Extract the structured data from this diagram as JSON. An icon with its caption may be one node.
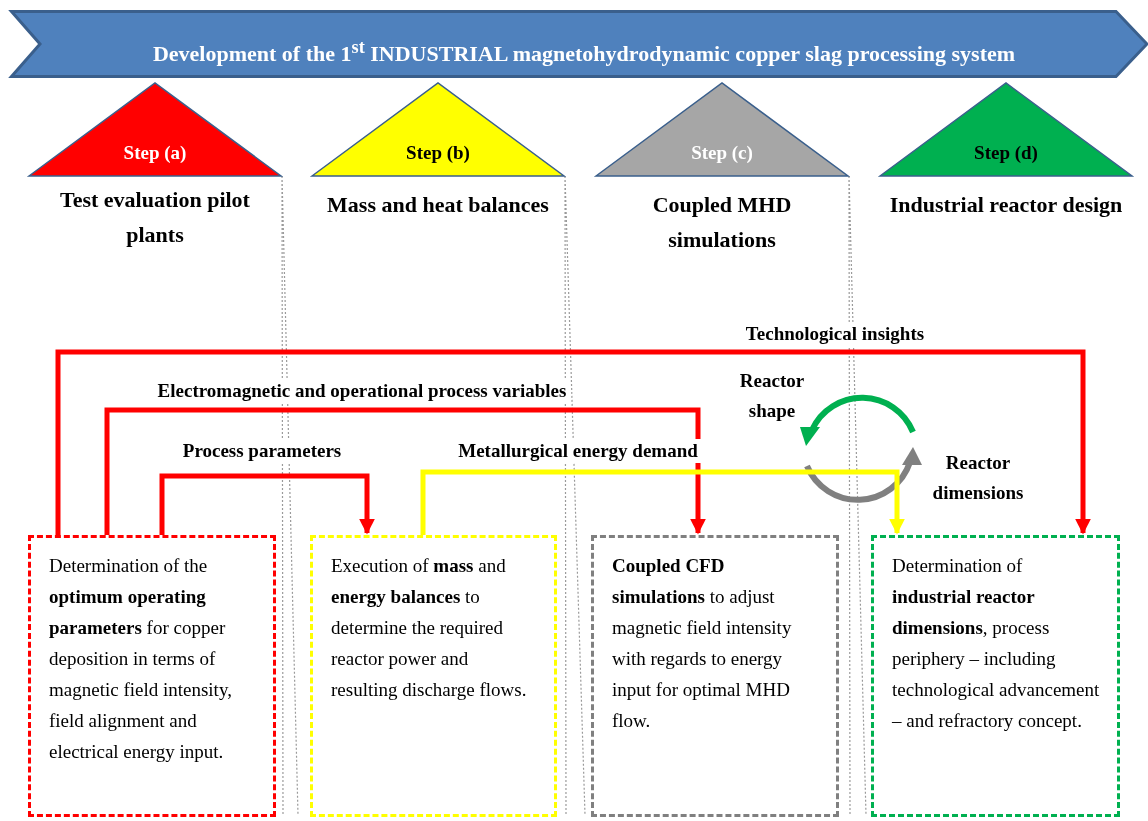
{
  "diagram": {
    "nodes": [
      {
        "text": [
          "Development of the 1$^{st}$ INDUSTRIAL magnetohydrodynamic copper slag processing system"
        ]
      },
      {
        "text": [
          "Step (a)",
          "Test evaluation pilot plants"
        ]
      },
      {
        "text": [
          "Step (b)",
          "Mass and heat balances"
        ]
      },
      {
        "text": [
          "Step (c)",
          "Coupled MHD simulations"
        ]
      },
      {
        "text": [
          "Step (d)",
          "Industrial reactor design"
        ]
      },
      {
        "text": [
          "Determination of the **optimum operating parameters** for copper deposition in terms of magnetic field intensity, field alignment and electrical energy input."
        ]
      },
      {
        "text": [
          "Execution of **mass** and **energy balances** to determine the required reactor power and resulting discharge flows."
        ]
      },
      {
        "text": [
          "**Coupled CFD simulations** to adjust magnetic field intensity with regards to energy input for optimal MHD flow."
        ]
      },
      {
        "text": [
          "Determination of **industrial reactor dimensions**, process periphery – including technological advancement – and refractory concept."
        ]
      }
    ],
    "edges": [
      {
        "from": 5,
        "to": 8,
        "arrow": "to",
        "label": "Technological insights"
      },
      {
        "from": 5,
        "to": 7,
        "arrow": "to",
        "label": "Electromagnetic and operational process variables"
      },
      {
        "from": 5,
        "to": 6,
        "arrow": "to",
        "label": "Process parameters"
      },
      {
        "from": 6,
        "to": 8,
        "arrow": "to",
        "label": "Metallurgical energy demand",
        "color": "#ffff00"
      }
    ],
    "labels": [
      "Reactor shape",
      "Reactor dimensions"
    ]
  }
}
